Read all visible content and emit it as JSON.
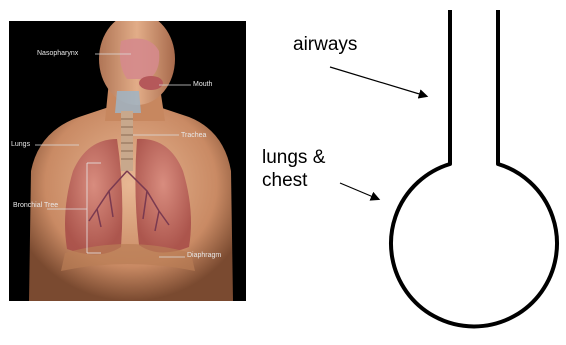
{
  "anatomy": {
    "labels": {
      "nasopharynx": "Nasopharynx",
      "mouth": "Mouth",
      "trachea": "Trachea",
      "lungs": "Lungs",
      "bronchial_tree": "Bronchial Tree",
      "diaphragm": "Diaphragm"
    }
  },
  "schematic": {
    "airways_label": "airways",
    "lungs_chest_label": "lungs & chest"
  }
}
